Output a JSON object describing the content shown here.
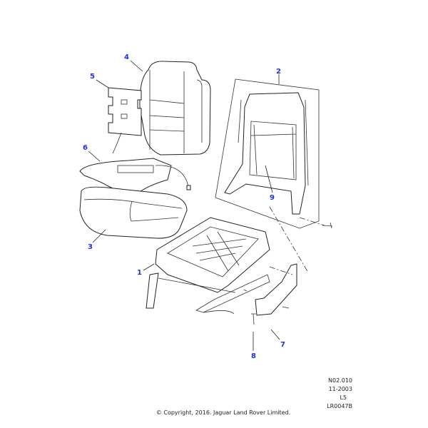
{
  "callouts": {
    "c1": "1",
    "c2": "2",
    "c3": "3",
    "c4": "4",
    "c5": "5",
    "c6": "6",
    "c7": "7",
    "c8": "8",
    "c9": "9"
  },
  "reference": {
    "code": "N02.010",
    "date": "11-2003",
    "level": "L5",
    "illustration": "LR0047B"
  },
  "copyright": "© Copyright, 2016. Jaguar Land Rover Limited."
}
